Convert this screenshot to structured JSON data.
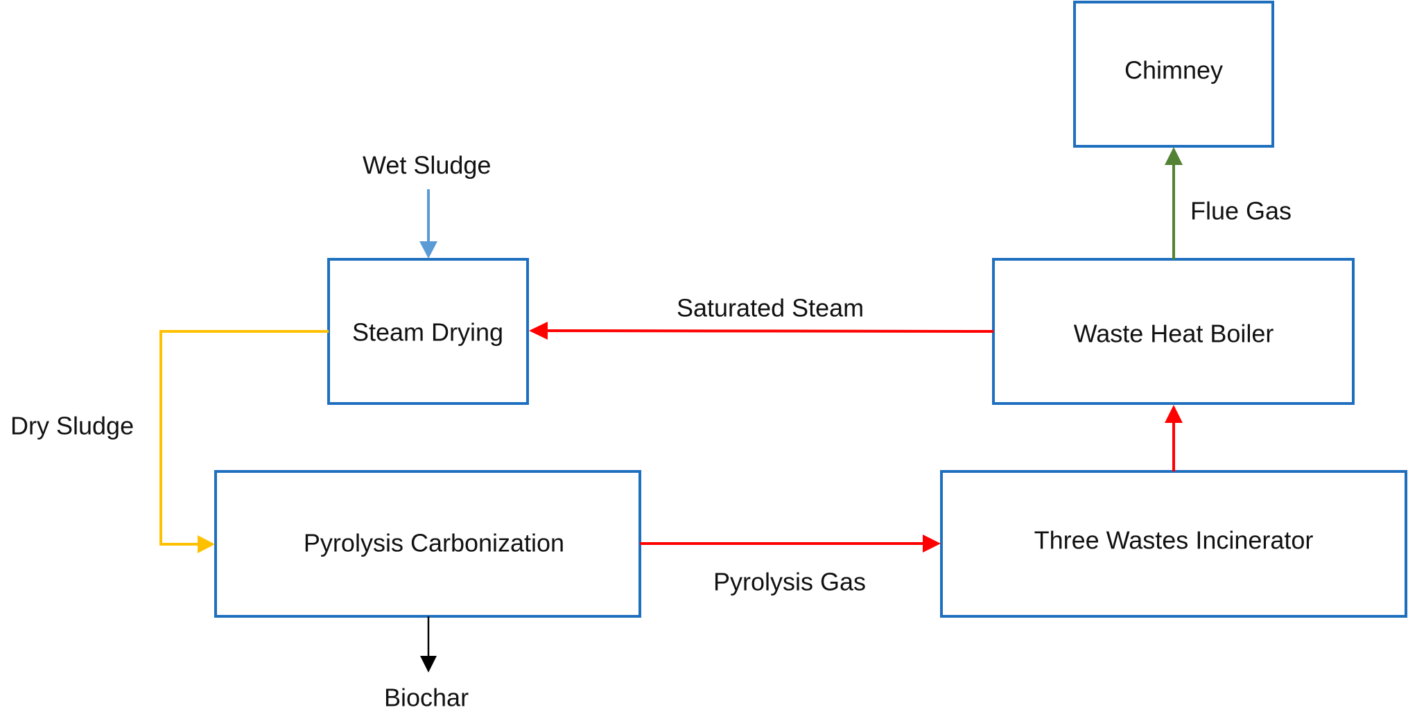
{
  "nodes": {
    "chimney": "Chimney",
    "waste_heat_boiler": "Waste Heat Boiler",
    "steam_drying": "Steam Drying",
    "pyrolysis_carbonization": "Pyrolysis Carbonization",
    "three_wastes_incinerator": "Three Wastes Incinerator"
  },
  "flows": {
    "wet_sludge": "Wet Sludge",
    "dry_sludge": "Dry Sludge",
    "saturated_steam": "Saturated Steam",
    "flue_gas": "Flue Gas",
    "pyrolysis_gas": "Pyrolysis Gas",
    "biochar": "Biochar"
  },
  "colors": {
    "box_border": "#1f6fbf",
    "wet_sludge_arrow": "#5b9bd5",
    "dry_sludge_arrow": "#ffc000",
    "heat_flow_arrow": "#ff0000",
    "flue_gas_arrow": "#548235",
    "biochar_arrow": "#000000"
  }
}
